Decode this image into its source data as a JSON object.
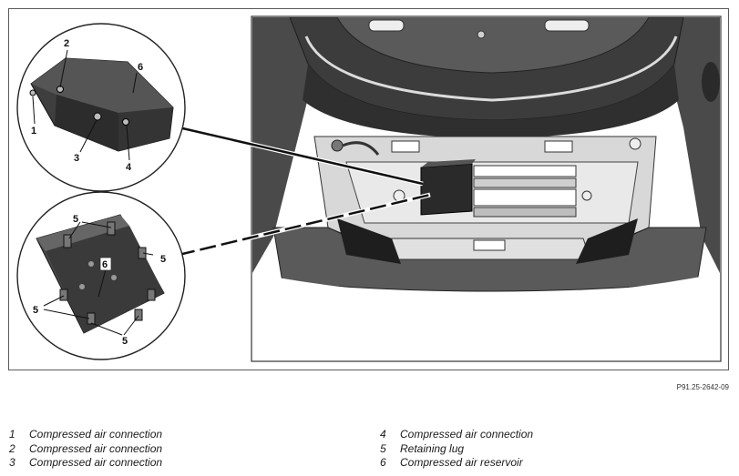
{
  "figure": {
    "reference_code": "P91.25-2642-09",
    "callouts": {
      "c1": "1",
      "c2": "2",
      "c3": "3",
      "c4": "4",
      "c6_top": "6",
      "c5_a": "5",
      "c5_b": "5",
      "c5_c": "5",
      "c5_d": "5",
      "c6_bottom": "6"
    }
  },
  "legend": {
    "left": [
      {
        "num": "1",
        "label": "Compressed air connection"
      },
      {
        "num": "2",
        "label": "Compressed air connection"
      },
      {
        "num": "3",
        "label": "Compressed air connection"
      }
    ],
    "right": [
      {
        "num": "4",
        "label": "Compressed air connection"
      },
      {
        "num": "5",
        "label": "Retaining lug"
      },
      {
        "num": "6",
        "label": "Compressed air reservoir"
      }
    ]
  }
}
